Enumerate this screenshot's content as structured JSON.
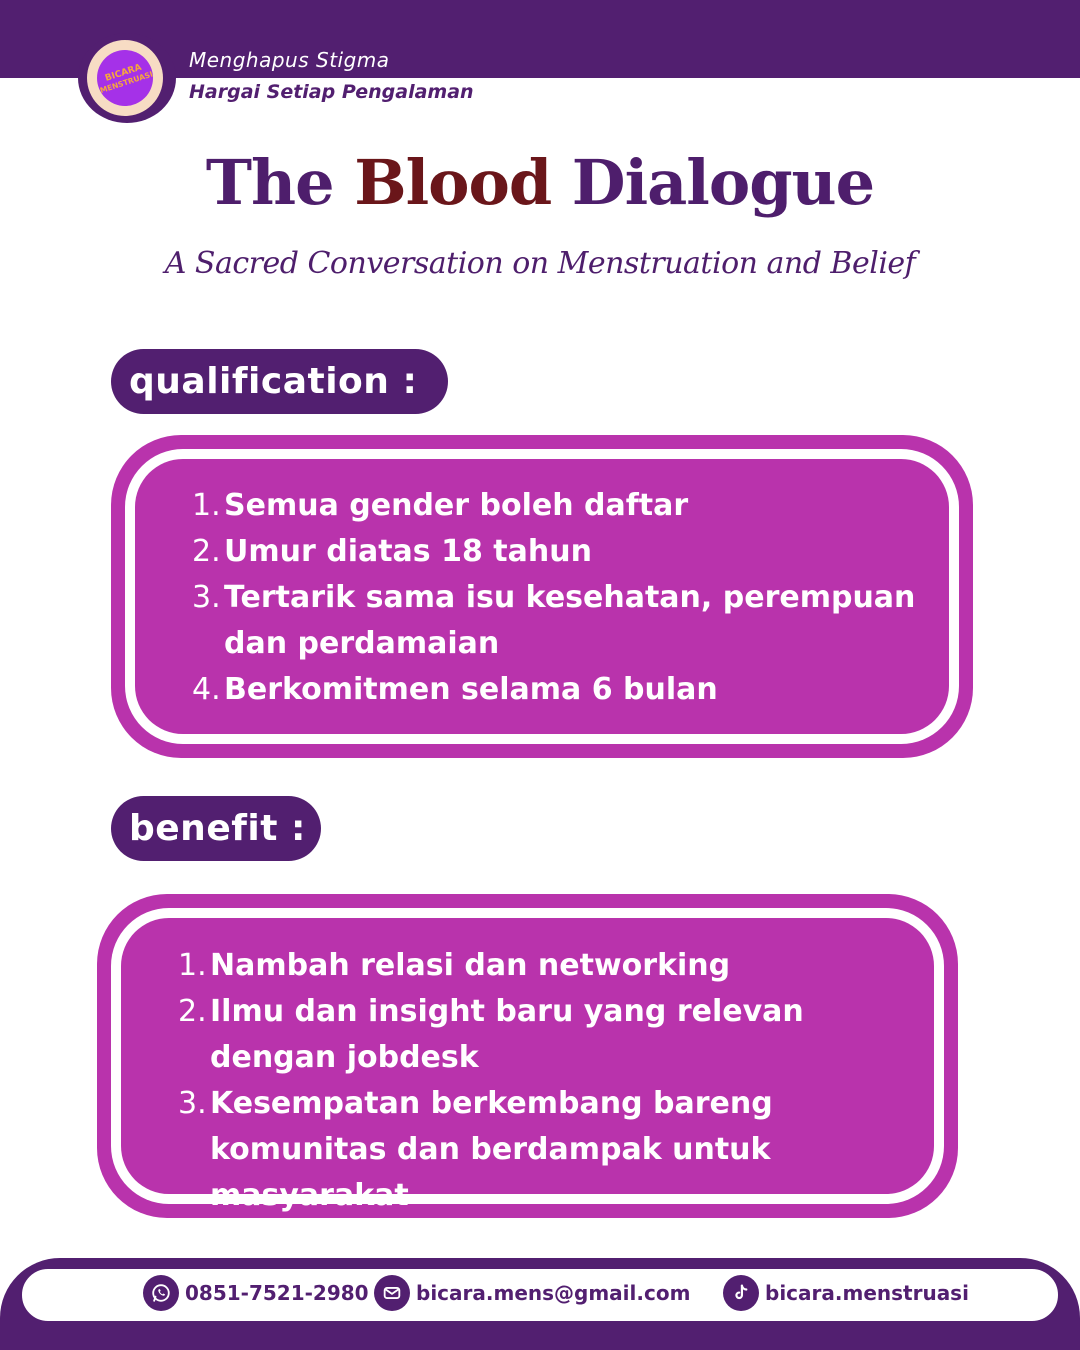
{
  "header": {
    "logo_text": "BICARA MENSTRUASI",
    "tagline_1": "Menghapus Stigma",
    "tagline_2": "Hargai Setiap Pengalaman"
  },
  "title": {
    "part_1": "The",
    "part_2": "Blood",
    "part_3": "Dialogue",
    "subtitle": "A Sacred Conversation on Menstruation and Belief"
  },
  "qualification": {
    "label": "qualification :",
    "items": [
      {
        "num": "1.",
        "text": "Semua gender boleh daftar"
      },
      {
        "num": "2.",
        "text": "Umur diatas 18 tahun"
      },
      {
        "num": "3.",
        "text": "Tertarik sama isu kesehatan, perempuan dan perdamaian"
      },
      {
        "num": "4.",
        "text": "Berkomitmen selama 6 bulan"
      }
    ]
  },
  "benefit": {
    "label": "benefit :",
    "items": [
      {
        "num": "1.",
        "text": "Nambah relasi dan networking"
      },
      {
        "num": "2.",
        "text": "Ilmu dan insight baru yang relevan dengan jobdesk"
      },
      {
        "num": "3.",
        "text": "Kesempatan berkembang bareng komunitas dan berdampak untuk masyarakat"
      }
    ]
  },
  "footer": {
    "phone": "0851-7521-2980",
    "email": "bicara.mens@gmail.com",
    "tiktok": "bicara.menstruasi",
    "phone_icon": "whatsapp-icon",
    "email_icon": "mail-icon",
    "tiktok_icon": "tiktok-icon"
  },
  "colors": {
    "primary": "#521f70",
    "magenta": "#b933ac",
    "accent_red": "#6a161a",
    "logo_fill": "#a531e8",
    "logo_ring": "#f7dcc4"
  }
}
